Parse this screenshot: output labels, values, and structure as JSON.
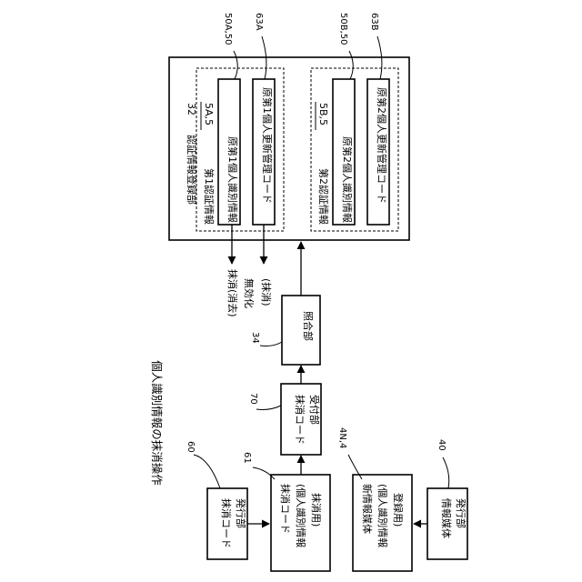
{
  "title": "個人識別情報の抹消操作",
  "auth_registry": {
    "label": "認証情報登録部",
    "ref": "32",
    "first_auth": {
      "label": "第1認証情報",
      "ref": "5A,5",
      "id_info": {
        "label": "原第1個人識別情報",
        "ref": "50A,50"
      },
      "update_code": {
        "label": "原第1個人更新管理コード",
        "ref": "63A"
      }
    },
    "second_auth": {
      "label": "第2認証情報",
      "ref": "5B,5",
      "id_info": {
        "label": "原第2個人識別情報",
        "ref": "50B,50"
      },
      "update_code": {
        "label": "原第2個人更新管理コード",
        "ref": "63B"
      }
    }
  },
  "arrow_labels": {
    "erase": "抹消(消去)",
    "invalidate": "無効化",
    "invalidate_sub": "(抹消)"
  },
  "collation": {
    "label": "照合部",
    "ref": "34"
  },
  "erase_code_receiver": {
    "line1": "抹消コード",
    "line2": "受付部",
    "ref": "70"
  },
  "erase_code_issuer": {
    "line1": "抹消コード",
    "line2": "発行部",
    "ref": "60"
  },
  "erase_code": {
    "line1": "抹消コード",
    "line2": "(個人識別情報",
    "line3": "抹消用)",
    "ref": "61"
  },
  "new_media": {
    "line1": "新情報媒体",
    "line2": "(個人識別情報",
    "line3": "登録用)",
    "ref": "4N,4"
  },
  "media_issuer": {
    "line1": "情報媒体",
    "line2": "発行部",
    "ref": "40"
  }
}
